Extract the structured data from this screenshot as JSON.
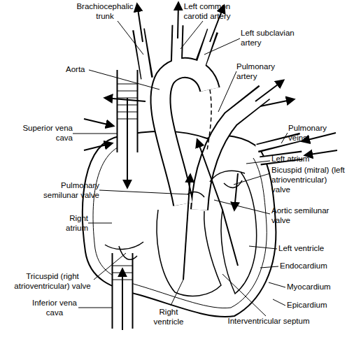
{
  "diagram": {
    "labels": [
      "Brachiocephalic trunk",
      "Left common carotid artery",
      "Left subclavian artery",
      "Aorta",
      "Pulmonary artery",
      "Superior vena cava",
      "Pulmonary veins",
      "Left atrium",
      "Bicuspid (mitral) (left atrioventricular) valve",
      "Pulmonary semilunar valve",
      "Aortic semilunar valve",
      "Right atrium",
      "Left ventricle",
      "Endocardium",
      "Tricuspid (right atrioventricular) valve",
      "Myocardium",
      "Epicardium",
      "Inferior vena cava",
      "Right ventricle",
      "Interventricular septum"
    ]
  }
}
